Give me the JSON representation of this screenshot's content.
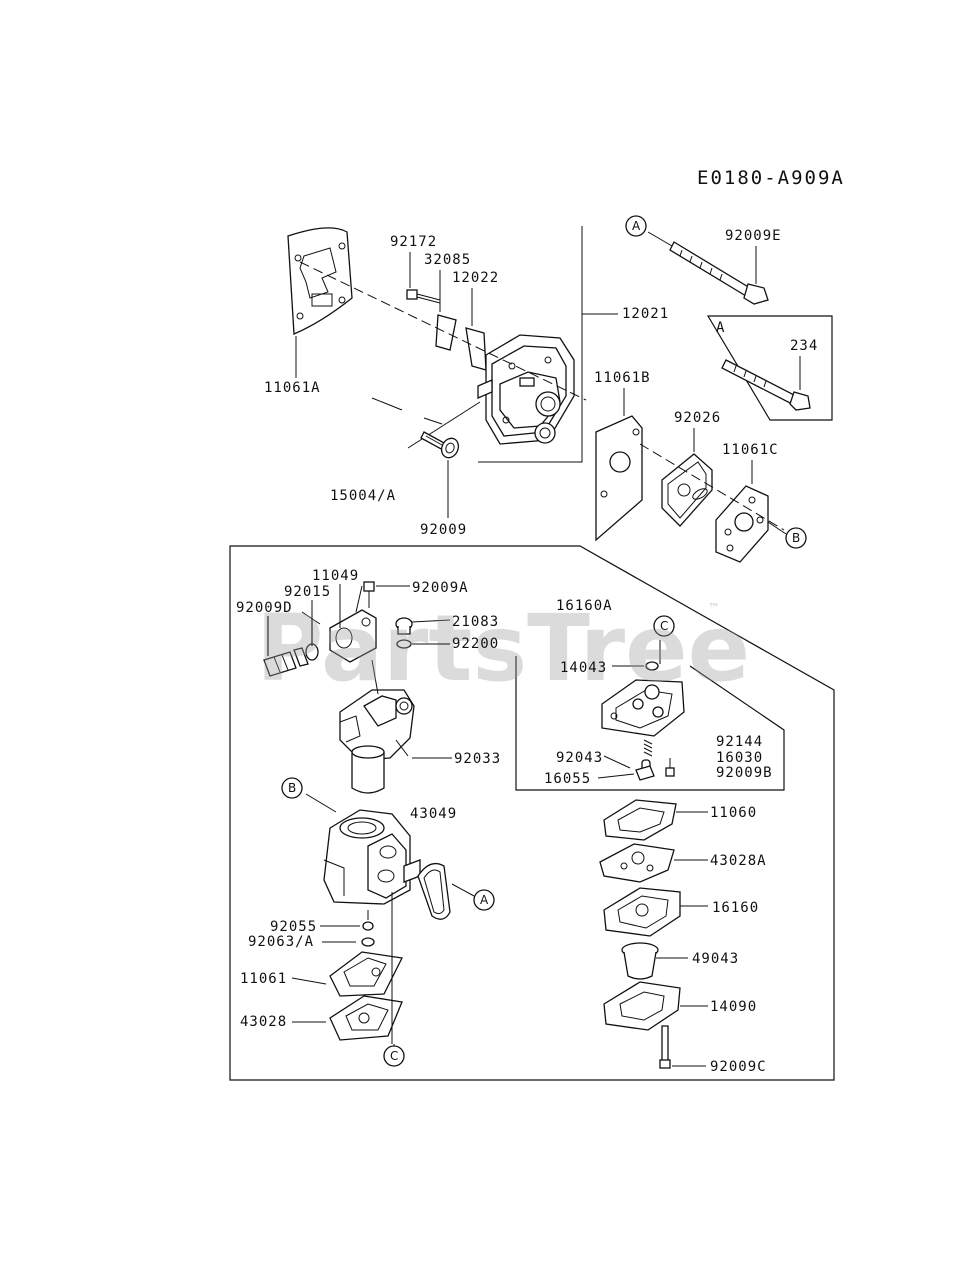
{
  "diagram_code": "E0180-A909A",
  "watermark": {
    "text": "PartsTree",
    "trademark": "™"
  },
  "callout_letters": {
    "A": "A",
    "B": "B",
    "C": "C"
  },
  "parts": {
    "p11061A": "11061A",
    "p92172": "92172",
    "p32085": "32085",
    "p12022": "12022",
    "p12021": "12021",
    "p92009E": "92009E",
    "p234": "234",
    "pBoxA": "A",
    "p11061B": "11061B",
    "p92026": "92026",
    "p11061C": "11061C",
    "p15004A": "15004/A",
    "p92009": "92009",
    "p11049": "11049",
    "p92015": "92015",
    "p92009A": "92009A",
    "p92009D": "92009D",
    "p21083": "21083",
    "p92200": "92200",
    "p16160A": "16160A",
    "p14043": "14043",
    "p92033": "92033",
    "p92144": "92144",
    "p92043": "92043",
    "p16030": "16030",
    "p92009B": "92009B",
    "p16055": "16055",
    "p43049": "43049",
    "p11060": "11060",
    "p43028A": "43028A",
    "p16160": "16160",
    "p92055": "92055",
    "p92063A": "92063/A",
    "p49043": "49043",
    "p11061": "11061",
    "p14090": "14090",
    "p43028": "43028",
    "p92009C": "92009C"
  }
}
